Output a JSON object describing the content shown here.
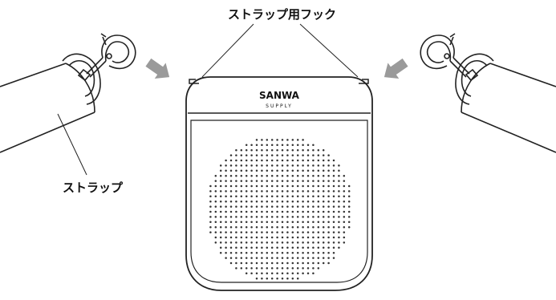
{
  "labels": {
    "strap_hook": "ストラップ用フック",
    "strap": "ストラップ"
  },
  "logo": {
    "brand": "SANWA",
    "sub": "SUPPLY"
  },
  "colors": {
    "line": "#222222",
    "arrow": "#9a9a9a",
    "dot": "#333333",
    "background": "#ffffff"
  },
  "icons": [
    "strap-left",
    "strap-right",
    "snap-hook-left",
    "snap-hook-right",
    "arrow-left",
    "arrow-right",
    "speaker-grille"
  ]
}
